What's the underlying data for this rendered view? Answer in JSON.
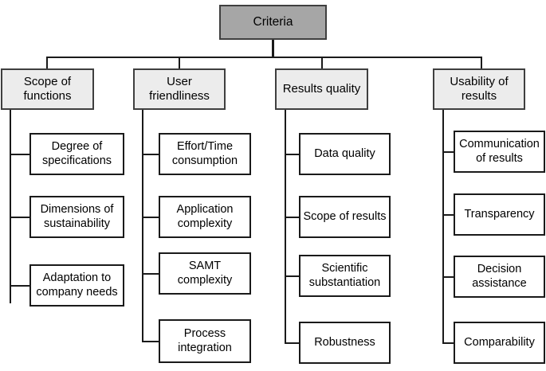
{
  "diagram": {
    "type": "hierarchy-tree",
    "title_node": {
      "id": "criteria",
      "label": "Criteria",
      "fill": "#a6a6a6",
      "border": "#3f3f3f"
    },
    "branch_fill": "#ececec",
    "leaf_fill": "#ffffff",
    "border_color": "#1a1a1a",
    "text_color": "#000000",
    "branches": [
      {
        "id": "scope-of-functions",
        "label": "Scope of\nfunctions",
        "children": [
          {
            "id": "degree-of-specifications",
            "label": "Degree of\nspecifications"
          },
          {
            "id": "dimensions-of-sustainability",
            "label": "Dimensions of\nsustainability"
          },
          {
            "id": "adaptation-to-company-needs",
            "label": "Adaptation to\ncompany needs"
          }
        ]
      },
      {
        "id": "user-friendliness",
        "label": "User\nfriendliness",
        "children": [
          {
            "id": "effort-time-consumption",
            "label": "Effort/Time\nconsumption"
          },
          {
            "id": "application-complexity",
            "label": "Application\ncomplexity"
          },
          {
            "id": "samt-complexity",
            "label": "SAMT\ncomplexity"
          },
          {
            "id": "process-integration",
            "label": "Process\nintegration"
          }
        ]
      },
      {
        "id": "results-quality",
        "label": "Results quality",
        "children": [
          {
            "id": "data-quality",
            "label": "Data quality"
          },
          {
            "id": "scope-of-results",
            "label": "Scope of results"
          },
          {
            "id": "scientific-substantiation",
            "label": "Scientific\nsubstantiation"
          },
          {
            "id": "robustness",
            "label": "Robustness"
          }
        ]
      },
      {
        "id": "usability-of-results",
        "label": "Usability of\nresults",
        "children": [
          {
            "id": "communication-of-results",
            "label": "Communication\nof results"
          },
          {
            "id": "transparency",
            "label": "Transparency"
          },
          {
            "id": "decision-assistance",
            "label": "Decision\nassistance"
          },
          {
            "id": "comparability",
            "label": "Comparability"
          }
        ]
      }
    ]
  }
}
